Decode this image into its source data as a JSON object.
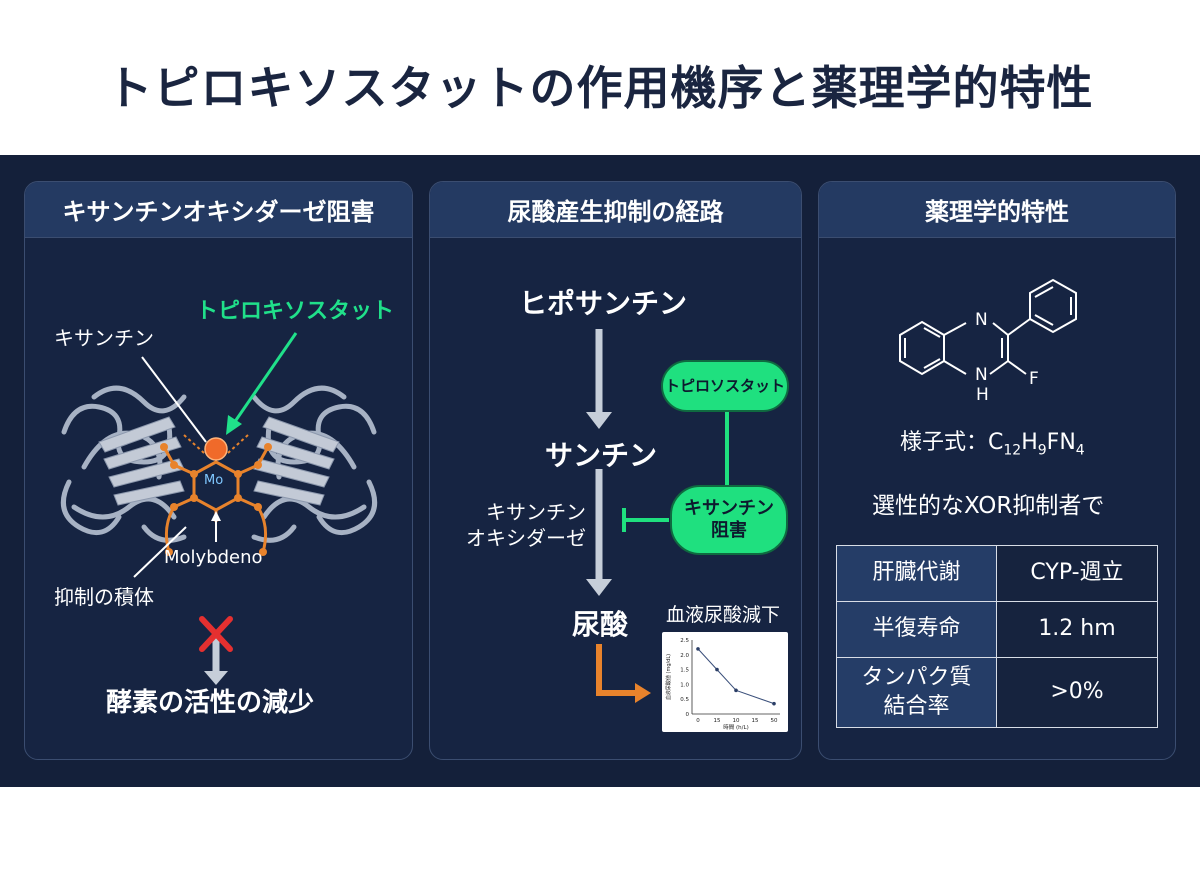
{
  "title": "トピロキソスタットの作用機序と薬理学的特性",
  "colors": {
    "band": "#14203a",
    "panel": "#162442",
    "panel_header": "#243a62",
    "accent_green": "#20e08a",
    "arrow_orange": "#e8832c",
    "inhibit_cross": "#e53030"
  },
  "panel1": {
    "header": "キサンチンオキシダーゼ阻害",
    "drug_label": "トピロキソスタット",
    "xanthine_label": "キサンチン",
    "mo_label": "Mo",
    "molybdeno_label": "Molybdeno",
    "complex_label": "抑制の積体",
    "result_label": "酵素の活性の減少"
  },
  "panel2": {
    "header": "尿酸産生抑制の経路",
    "step1": "ヒポサンチン",
    "step2": "サンチン",
    "step3": "尿酸",
    "enzyme_line1": "キサンチン",
    "enzyme_line2": "オキシダーゼ",
    "drug_pill": "トピロソスタット",
    "inhibit_pill_line1": "キサンチン",
    "inhibit_pill_line2": "阻害",
    "chart_caption": "血液尿酸減下"
  },
  "panel3": {
    "header": "薬理学的特性",
    "atom_n_top": "N",
    "atom_n_bottom": "N",
    "atom_h": "H",
    "atom_f": "F",
    "formula_prefix": "様子式：C",
    "formula_sub1": "12",
    "formula_mid1": "H",
    "formula_sub2": "9",
    "formula_mid2": "FN",
    "formula_sub3": "4",
    "selective_note": "選性的なXOR抑制者で",
    "table": [
      {
        "key": "肝臓代謝",
        "value": "CYP-週立"
      },
      {
        "key": "半復寿命",
        "value": "1.2 hm"
      },
      {
        "key_line1": "タンパク質",
        "key_line2": "結合率",
        "value": ">0%"
      }
    ]
  },
  "chart_data": {
    "type": "line",
    "x": [
      0,
      15,
      10,
      50
    ],
    "xticks": [
      "0",
      "15",
      "10",
      "15",
      "50"
    ],
    "values": [
      2.2,
      1.5,
      0.8,
      0.35
    ],
    "yticks": [
      "0",
      "0.5",
      "1.0",
      "1.5",
      "2.0",
      "2.5"
    ],
    "ylim": [
      0,
      2.5
    ],
    "ylabel": "血液尿酸値 (mg/dL)",
    "xlabel": "時間 (h/L)",
    "title": "",
    "grid": false
  }
}
